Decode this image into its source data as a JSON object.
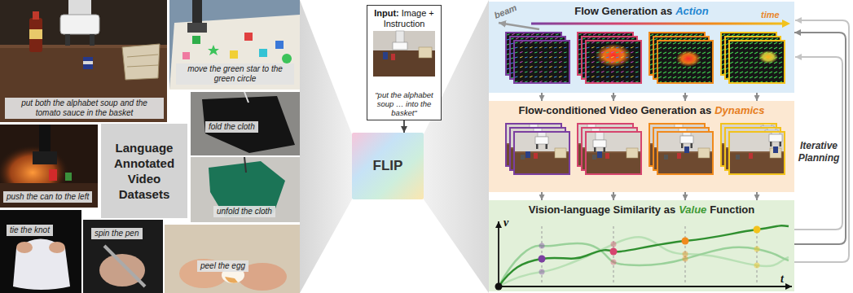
{
  "diagram": {
    "nodes": [
      {
        "text": [
          "put both the alphabet soup and the tomato sauce in the basket"
        ]
      },
      {
        "text": [
          "move the green star to the green circle"
        ]
      },
      {
        "text": [
          "Language Annotated Video Datasets"
        ]
      },
      {
        "text": [
          "push the can to the left"
        ]
      },
      {
        "text": [
          "fold the cloth"
        ]
      },
      {
        "text": [
          "unfold the cloth"
        ]
      },
      {
        "text": [
          "tie the knot"
        ]
      },
      {
        "text": [
          "spin the pen"
        ]
      },
      {
        "text": [
          "peel the egg"
        ]
      },
      {
        "text": [
          "Input:",
          "Image + Instruction",
          "\"put the alphabet soup … into the basket\""
        ]
      },
      {
        "text": [
          "FLIP"
        ]
      },
      {
        "text": [
          "Flow Generation as",
          "Action"
        ]
      },
      {
        "text": [
          "Flow-conditioned Video Generation as",
          "Dynamics"
        ]
      },
      {
        "text": [
          "Vision-language Similarity as",
          "Value",
          "Function"
        ]
      }
    ],
    "edges": [
      {
        "from": 9,
        "to": 10,
        "arrow": "to"
      },
      {
        "from": 11,
        "to": 12,
        "arrow": "to"
      },
      {
        "from": 12,
        "to": 13,
        "arrow": "to"
      },
      {
        "from": 13,
        "to": 11,
        "arrow": "to"
      }
    ],
    "labels": [
      "beam",
      "time",
      "v",
      "t",
      "Iterative Planning"
    ]
  }
}
